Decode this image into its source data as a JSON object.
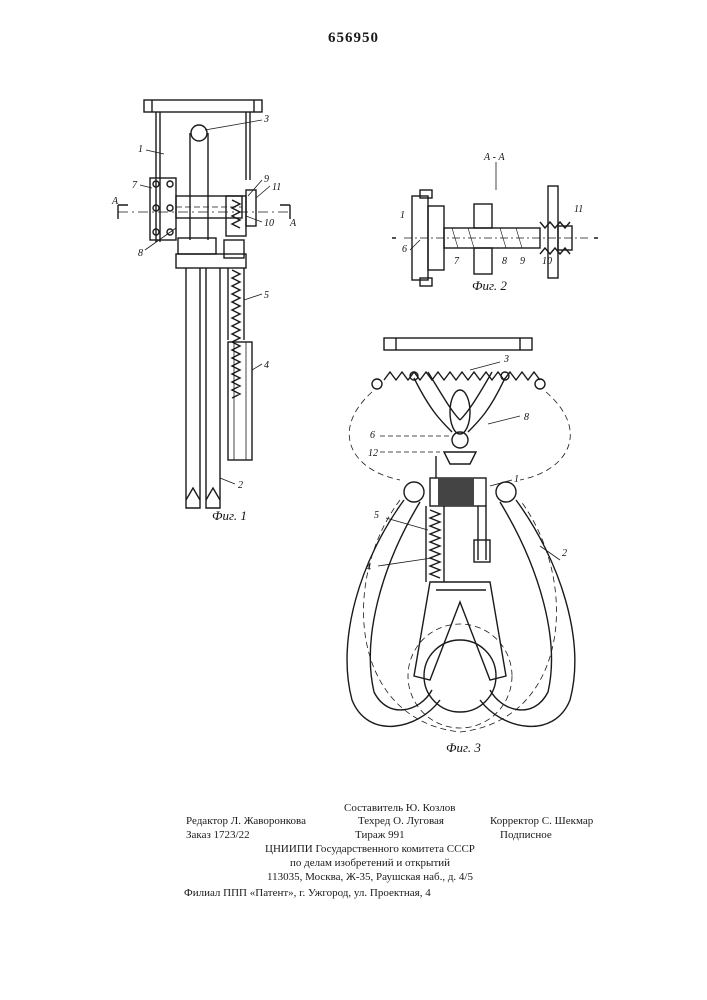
{
  "patent_number": "656950",
  "fig1": {
    "caption": "Фиг. 1",
    "labels": [
      "1",
      "7",
      "8",
      "3",
      "9",
      "11",
      "10",
      "5",
      "4",
      "2"
    ],
    "section_marks": [
      "А",
      "А"
    ]
  },
  "fig2": {
    "caption": "Фиг. 2",
    "section_title": "А - А",
    "labels": [
      "1",
      "6",
      "7",
      "8",
      "9",
      "10",
      "11"
    ]
  },
  "fig3": {
    "caption": "Фиг. 3",
    "labels": [
      "3",
      "8",
      "6",
      "12",
      "1",
      "5",
      "4",
      "2"
    ]
  },
  "imprint": {
    "composer": "Составитель Ю. Козлов",
    "editor": "Редактор Л. Жаворонкова",
    "techred": "Техред О. Луговая",
    "corrector": "Корректор С. Шекмар",
    "order": "Заказ 1723/22",
    "circulation": "Тираж 991",
    "subscription": "Подписное",
    "org_line1": "ЦНИИПИ Государственного комитета СССР",
    "org_line2": "по делам изобретений и открытий",
    "address": "113035, Москва, Ж-35, Раушская наб., д. 4/5",
    "branch": "Филиал ППП «Патент», г. Ужгород, ул. Проектная, 4"
  }
}
